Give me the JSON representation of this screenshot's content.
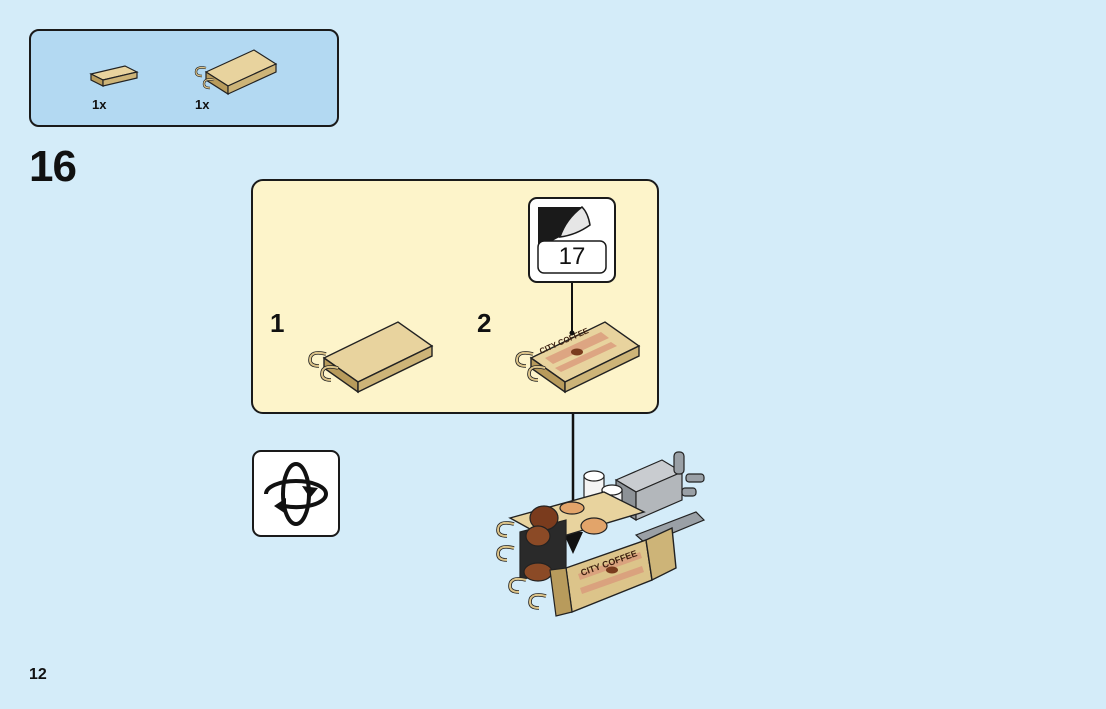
{
  "parts_needed": [
    {
      "quantity": "1x",
      "icon": "tan-tile-1x2-icon"
    },
    {
      "quantity": "1x",
      "icon": "tan-plate-clips-icon"
    }
  ],
  "step": {
    "number": "16"
  },
  "substeps": [
    {
      "number": "1",
      "icon": "tan-plate-clips-icon"
    },
    {
      "number": "2",
      "icon": "city-coffee-sign-icon"
    }
  ],
  "sticker": {
    "number": "17"
  },
  "rotate_icon": "rotate-model-icon",
  "sign_text": "CITY COFFEE",
  "page": {
    "number": "12"
  },
  "colors": {
    "background": "#d4ecf9",
    "parts_box": "#b3d9f2",
    "substep_box": "#fdf4ca",
    "tan": "#dcc48a",
    "brown": "#7a3b1d"
  }
}
